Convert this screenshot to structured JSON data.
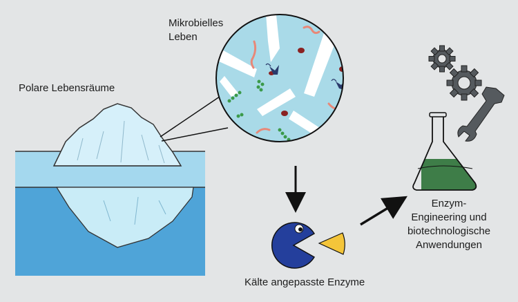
{
  "labels": {
    "polar_habitats": "Polare Lebensräume",
    "microbial_life": "Mikrobielles\nLeben",
    "cold_adapted_enzymes": "Kälte angepasste Enzyme",
    "applications": "Enzym-\nEngineering und\nbiotechnologische\nAnwendungen"
  },
  "icons": {
    "iceberg": "iceberg-icon",
    "microbe_circle": "microbe-magnifier-icon",
    "enzyme": "pacman-enzyme-icon",
    "substrate": "substrate-wedge-icon",
    "gears": "gear-icon",
    "wrench": "wrench-icon",
    "flask": "flask-icon"
  },
  "colors": {
    "background": "#e3e5e6",
    "water_light": "#9fd6ec",
    "water_deep": "#4fa6d8",
    "circle_fill": "#a8d9e6",
    "enzyme_blue": "#243f9c",
    "substrate_yellow": "#f4c53a",
    "flask_liquid": "#3e7d48",
    "gear_gray": "#555a5e"
  }
}
